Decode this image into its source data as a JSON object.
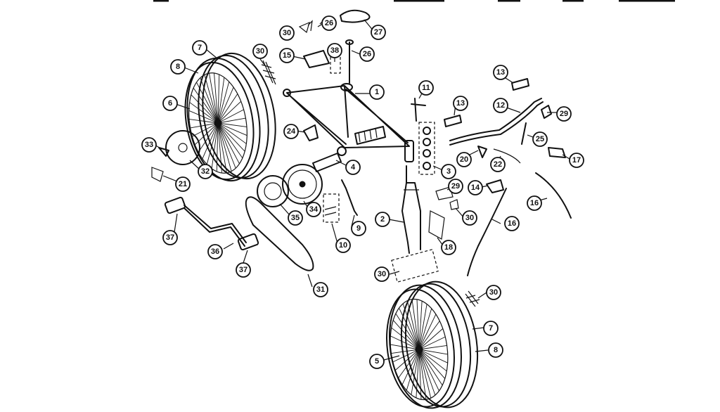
{
  "diagram": {
    "callouts": [
      {
        "id": "c1",
        "label": "1"
      },
      {
        "id": "c2",
        "label": "2"
      },
      {
        "id": "c3",
        "label": "3"
      },
      {
        "id": "c4",
        "label": "4"
      },
      {
        "id": "c5",
        "label": "5"
      },
      {
        "id": "c6",
        "label": "6"
      },
      {
        "id": "c7a",
        "label": "7"
      },
      {
        "id": "c7b",
        "label": "7"
      },
      {
        "id": "c8a",
        "label": "8"
      },
      {
        "id": "c8b",
        "label": "8"
      },
      {
        "id": "c9",
        "label": "9"
      },
      {
        "id": "c10",
        "label": "10"
      },
      {
        "id": "c11",
        "label": "11"
      },
      {
        "id": "c12",
        "label": "12"
      },
      {
        "id": "c13a",
        "label": "13"
      },
      {
        "id": "c13b",
        "label": "13"
      },
      {
        "id": "c14",
        "label": "14"
      },
      {
        "id": "c15",
        "label": "15"
      },
      {
        "id": "c16a",
        "label": "16"
      },
      {
        "id": "c16b",
        "label": "16"
      },
      {
        "id": "c17",
        "label": "17"
      },
      {
        "id": "c18",
        "label": "18"
      },
      {
        "id": "c20",
        "label": "20"
      },
      {
        "id": "c21",
        "label": "21"
      },
      {
        "id": "c22",
        "label": "22"
      },
      {
        "id": "c24",
        "label": "24"
      },
      {
        "id": "c25a",
        "label": "25"
      },
      {
        "id": "c25b",
        "label": "25"
      },
      {
        "id": "c26a",
        "label": "26"
      },
      {
        "id": "c26b",
        "label": "26"
      },
      {
        "id": "c27",
        "label": "27"
      },
      {
        "id": "c29",
        "label": "29"
      },
      {
        "id": "c30a",
        "label": "30"
      },
      {
        "id": "c30b",
        "label": "30"
      },
      {
        "id": "c30c",
        "label": "30"
      },
      {
        "id": "c30d",
        "label": "30"
      },
      {
        "id": "c30e",
        "label": "30"
      },
      {
        "id": "c31",
        "label": "31"
      },
      {
        "id": "c32",
        "label": "32"
      },
      {
        "id": "c33",
        "label": "33"
      },
      {
        "id": "c34",
        "label": "34"
      },
      {
        "id": "c35",
        "label": "35"
      },
      {
        "id": "c36",
        "label": "36"
      },
      {
        "id": "c37a",
        "label": "37"
      },
      {
        "id": "c37b",
        "label": "37"
      },
      {
        "id": "c38",
        "label": "38"
      },
      {
        "id": "c29b",
        "label": "29"
      }
    ]
  }
}
